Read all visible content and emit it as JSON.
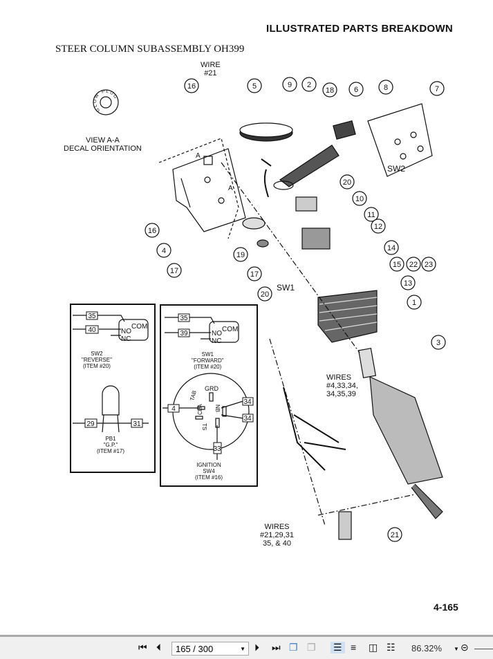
{
  "document": {
    "header": "ILLUSTRATED PARTS BREAKDOWN",
    "subtitle": "STEER COLUMN SUBASSEMBLY OH399",
    "page_number": "4-165",
    "labels": {
      "wire21_a": "WIRE",
      "wire21_b": "#21",
      "view_a": "VIEW A-A",
      "view_b": "DECAL ORIENTATION",
      "sw2": "SW2",
      "sw1": "SW1",
      "wires_top_a": "WIRES",
      "wires_top_b": "#4,33,34,",
      "wires_top_c": "34,35,39",
      "wires_bot_a": "WIRES",
      "wires_bot_b": "#21,29,31",
      "wires_bot_c": "35, & 40",
      "section_a": "A",
      "decal_text": "GLOW PLUG"
    },
    "callouts": [
      "16",
      "5",
      "9",
      "2",
      "18",
      "6",
      "8",
      "7",
      "20",
      "10",
      "11",
      "12",
      "14",
      "15",
      "22",
      "23",
      "13",
      "1",
      "3",
      "21",
      "16",
      "4",
      "17",
      "19",
      "17",
      "20"
    ],
    "schematic_left": {
      "sw2_wires": [
        "35",
        "40"
      ],
      "contacts": [
        "COM",
        "NO",
        "NC"
      ],
      "sw2_title": [
        "SW2",
        "\"REVERSE\"",
        "(ITEM #20)"
      ],
      "pb1_wires": [
        "29",
        "31"
      ],
      "pb1_title": [
        "PB1",
        "\"G.P.\"",
        "(ITEM #17)"
      ]
    },
    "schematic_right": {
      "sw1_wires": [
        "35",
        "39"
      ],
      "sw1_title": [
        "SW1",
        "\"FORWARD\"",
        "(ITEM #20)"
      ],
      "ignition_terms": [
        "GRD",
        "TAB",
        "CLA",
        "NB",
        "TS"
      ],
      "ignition_wires": [
        "4",
        "34",
        "34",
        "33"
      ],
      "ignition_title": [
        "IGNITION",
        "SW4",
        "(ITEM #16)"
      ]
    }
  },
  "toolbar": {
    "page_field": "165 / 300",
    "zoom": "86.32%"
  }
}
